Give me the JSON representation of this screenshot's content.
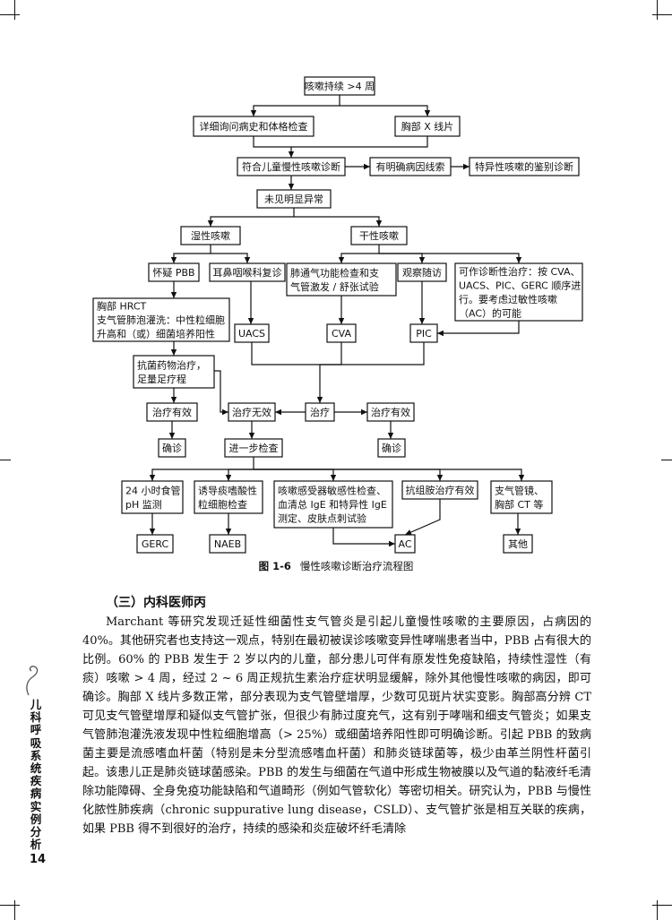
{
  "flowchart": {
    "n1": "咳嗽持续 >4 周",
    "n2": "详细询问病史和体格检查",
    "n3": "胸部 X 线片",
    "n4": "符合儿童慢性咳嗽诊断",
    "n5": "有明确病因线索",
    "n6": "特异性咳嗽的鉴别诊断",
    "n7": "未见明显异常",
    "n8": "湿性咳嗽",
    "n9": "干性咳嗽",
    "n10": "怀疑 PBB",
    "n11": "耳鼻咽喉科复诊",
    "n12": [
      "肺通气功能检查和支",
      "气管激发 / 舒张试验"
    ],
    "n13": "观察随访",
    "n14": [
      "可作诊断性治疗：按 CVA、",
      "UACS、PIC、GERC 顺序进",
      "行。要考虑过敏性咳嗽",
      "（AC）的可能"
    ],
    "n15": [
      "胸部 HRCT",
      "支气管肺泡灌洗：中性粒细胞",
      "升高和（或）细菌培养阳性"
    ],
    "n16": "UACS",
    "n17": "CVA",
    "n18": "PIC",
    "n19": [
      "抗菌药物治疗，",
      "足量足疗程"
    ],
    "n20": "治疗有效",
    "n21": "治疗无效",
    "n22": "治疗",
    "n23": "治疗有效",
    "n24": "确诊",
    "n25": "进一步检查",
    "n26": "确诊",
    "n27": [
      "24 小时食管",
      "pH 监测"
    ],
    "n28": [
      "诱导痰嗜酸性",
      "粒细胞检查"
    ],
    "n29": [
      "咳嗽感受器敏感性检查、",
      "血清总 IgE 和特异性 IgE",
      "测定、皮肤点刺试验"
    ],
    "n30": "抗组胺治疗有效",
    "n31": [
      "支气管镜、",
      "胸部 CT 等"
    ],
    "n32": "GERC",
    "n33": "NAEB",
    "n34": "AC",
    "n35": "其他"
  },
  "figure": {
    "number": "图 1-6",
    "caption": "慢性咳嗽诊断治疗流程图"
  },
  "section": {
    "title": "（三）内科医师丙",
    "paragraphs": [
      "Marchant 等研究发现迁延性细菌性支气管炎是引起儿童慢性咳嗽的主要原因，占病因的 40%。其他研究者也支持这一观点，特别在最初被误诊咳嗽变异性哮喘患者当中，PBB 占有很大的比例。60% 的 PBB 发生于 2 岁以内的儿童，部分患儿可伴有原发性免疫缺陷，持续性湿性（有痰）咳嗽 > 4 周，经过 2 ~ 6 周正规抗生素治疗症状明显缓解，除外其他慢性咳嗽的病因，即可确诊。胸部 X 线片多数正常，部分表现为支气管壁增厚，少数可见斑片状实变影。胸部高分辨 CT 可见支气管壁增厚和疑似支气管扩张，但很少有肺过度充气，这有别于哮喘和细支气管炎；如果支气管肺泡灌洗液发现中性粒细胞增高（> 25%）或细菌培养阳性即可明确诊断。引起 PBB 的致病菌主要是流感嗜血杆菌（特别是未分型流感嗜血杆菌）和肺炎链球菌等，极少由革兰阴性杆菌引起。该患儿正是肺炎链球菌感染。PBB 的发生与细菌在气道中形成生物被膜以及气道的黏液纤毛清除功能障碍、全身免疫功能缺陷和气道畸形（例如气管软化）等密切相关。研究认为，PBB 与慢性化脓性肺疾病（chronic suppurative lung disease，CSLD）、支气管扩张是相互关联的疾病，如果 PBB 得不到很好的治疗，持续的感染和炎症破坏纤毛清除"
    ]
  },
  "sidebar": {
    "title": "儿科呼吸系统疾病实例分析"
  },
  "page_number": "14"
}
